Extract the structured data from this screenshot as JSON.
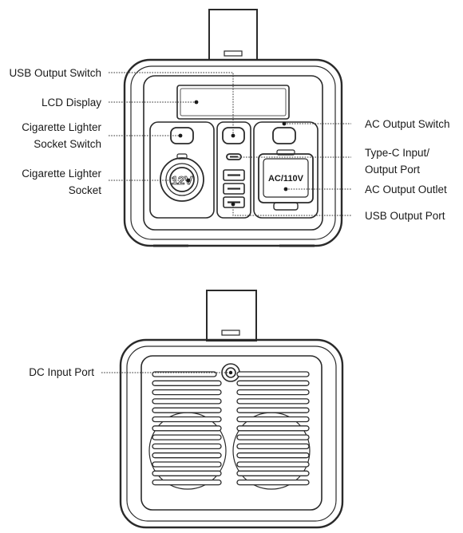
{
  "front_view": {
    "labels": {
      "usb_output_switch": "USB Output Switch",
      "lcd_display": "LCD Display",
      "cig_switch_line1": "Cigarette Lighter",
      "cig_switch_line2": "Socket Switch",
      "cig_socket_line1": "Cigarette Lighter",
      "cig_socket_line2": "Socket",
      "ac_output_switch": "AC Output Switch",
      "typec_line1": "Type-C Input/",
      "typec_line2": "Output Port",
      "ac_output_outlet": "AC Output Outlet",
      "usb_output_port": "USB Output Port"
    },
    "device_text": {
      "socket_voltage": "12V",
      "outlet_rating": "AC/110V"
    }
  },
  "back_view": {
    "labels": {
      "dc_input_port": "DC Input Port"
    }
  },
  "colors": {
    "stroke": "#2a2a2a",
    "background": "#ffffff"
  }
}
